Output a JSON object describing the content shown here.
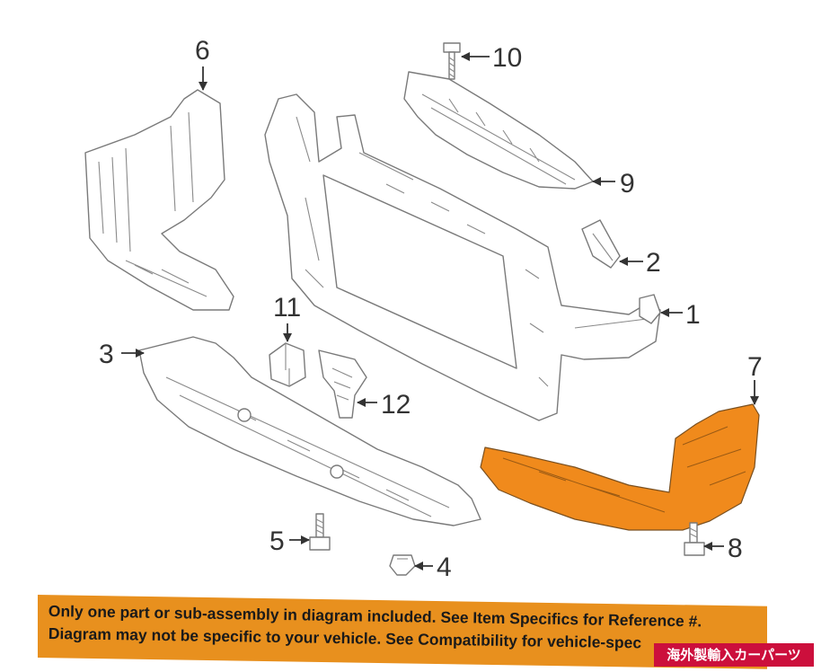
{
  "parts": {
    "p1": "1",
    "p2": "2",
    "p3": "3",
    "p4": "4",
    "p5": "5",
    "p6": "6",
    "p7": "7",
    "p8": "8",
    "p9": "9",
    "p10": "10",
    "p11": "11",
    "p12": "12"
  },
  "highlight_color": "#f08a1c",
  "banner": {
    "line1": "Only one part or sub-assembly in diagram included. See Item Specifics for Reference #.",
    "line2": "Diagram may not be specific to your vehicle. See Compatibility for vehicle-spec",
    "color": "#e8901e"
  },
  "stamp": {
    "text": "海外製輸入カーパーツ",
    "color": "#cc0f3c"
  }
}
